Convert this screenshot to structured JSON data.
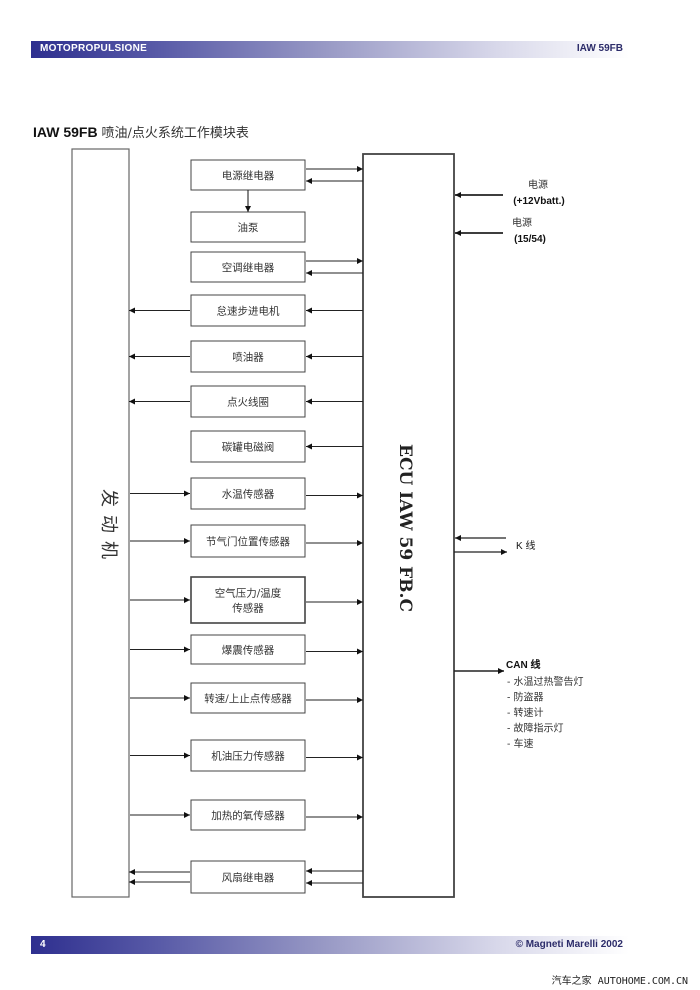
{
  "header": {
    "section": "MOTOPROPULSIONE",
    "model": "IAW 59FB"
  },
  "title": {
    "model": "IAW 59FB",
    "text": "喷油/点火系统工作模块表"
  },
  "engine": {
    "label": "发动机"
  },
  "ecu": {
    "label": "ECU IAW 59 FB.C"
  },
  "components": [
    {
      "id": "main-relay",
      "label": "电源继电器",
      "lines": [
        "电源继电器"
      ],
      "to_ecu": 1,
      "from_ecu": 1,
      "to_engine": 0,
      "from_engine": 0,
      "feeds_next": true
    },
    {
      "id": "fuel-pump",
      "label": "油泵",
      "lines": [
        "油泵"
      ],
      "to_ecu": 0,
      "from_ecu": 0,
      "to_engine": 0,
      "from_engine": 0
    },
    {
      "id": "ac-relay",
      "label": "空调继电器",
      "lines": [
        "空调继电器"
      ],
      "to_ecu": 1,
      "from_ecu": 1,
      "to_engine": 0,
      "from_engine": 0
    },
    {
      "id": "idle-stepper",
      "label": "怠速步进电机",
      "lines": [
        "怠速步进电机"
      ],
      "to_ecu": 0,
      "from_ecu": 1,
      "to_engine": 1,
      "from_engine": 0
    },
    {
      "id": "injector",
      "label": "喷油器",
      "lines": [
        "喷油器"
      ],
      "to_ecu": 0,
      "from_ecu": 1,
      "to_engine": 1,
      "from_engine": 0
    },
    {
      "id": "ignition-coil",
      "label": "点火线圈",
      "lines": [
        "点火线圈"
      ],
      "to_ecu": 0,
      "from_ecu": 1,
      "to_engine": 1,
      "from_engine": 0
    },
    {
      "id": "canister-valve",
      "label": "碳罐电磁阀",
      "lines": [
        "碳罐电磁阀"
      ],
      "to_ecu": 0,
      "from_ecu": 1,
      "to_engine": 0,
      "from_engine": 0
    },
    {
      "id": "coolant-temp-sensor",
      "label": "水温传感器",
      "lines": [
        "水温传感器"
      ],
      "to_ecu": 1,
      "from_ecu": 0,
      "to_engine": 0,
      "from_engine": 1
    },
    {
      "id": "throttle-position-sensor",
      "label": "节气门位置传感器",
      "lines": [
        "节气门位置传感器"
      ],
      "to_ecu": 1,
      "from_ecu": 0,
      "to_engine": 0,
      "from_engine": 1
    },
    {
      "id": "map-temp-sensor",
      "label": "空气压力/温度传感器",
      "lines": [
        "空气压力/温度",
        "传感器"
      ],
      "to_ecu": 1,
      "from_ecu": 0,
      "to_engine": 0,
      "from_engine": 1
    },
    {
      "id": "knock-sensor",
      "label": "爆震传感器",
      "lines": [
        "爆震传感器"
      ],
      "to_ecu": 1,
      "from_ecu": 0,
      "to_engine": 0,
      "from_engine": 1
    },
    {
      "id": "rpm-tdc-sensor",
      "label": "转速/上止点传感器",
      "lines": [
        "转速/上止点传感器"
      ],
      "to_ecu": 1,
      "from_ecu": 0,
      "to_engine": 0,
      "from_engine": 1
    },
    {
      "id": "oil-pressure-sensor",
      "label": "机油压力传感器",
      "lines": [
        "机油压力传感器"
      ],
      "to_ecu": 1,
      "from_ecu": 0,
      "to_engine": 0,
      "from_engine": 1
    },
    {
      "id": "heated-o2-sensor",
      "label": "加热的氧传感器",
      "lines": [
        "加热的氧传感器"
      ],
      "to_ecu": 1,
      "from_ecu": 0,
      "to_engine": 0,
      "from_engine": 1
    },
    {
      "id": "fan-relay",
      "label": "风扇继电器",
      "lines": [
        "风扇继电器"
      ],
      "to_ecu": 0,
      "from_ecu": 2,
      "to_engine": 2,
      "from_engine": 0
    }
  ],
  "ecu_inputs": [
    {
      "id": "power-battery",
      "lines": [
        "电源",
        "(+12Vbatt.)"
      ]
    },
    {
      "id": "power-ignition",
      "lines": [
        "电源",
        "(15/54)"
      ]
    }
  ],
  "k_line": {
    "label": "K 线"
  },
  "can_line": {
    "label": "CAN 线",
    "items": [
      "- 水温过热警告灯",
      "- 防盗器",
      "- 转速计",
      "- 故障指示灯",
      "- 车速"
    ]
  },
  "footer": {
    "page": "4",
    "copyright": "© Magneti Marelli 2002"
  },
  "watermark": "汽车之家 AUTOHOME.COM.CN",
  "colors": {
    "band_start": "#2e2f8f",
    "line": "#222222",
    "box_border": "#444444"
  }
}
